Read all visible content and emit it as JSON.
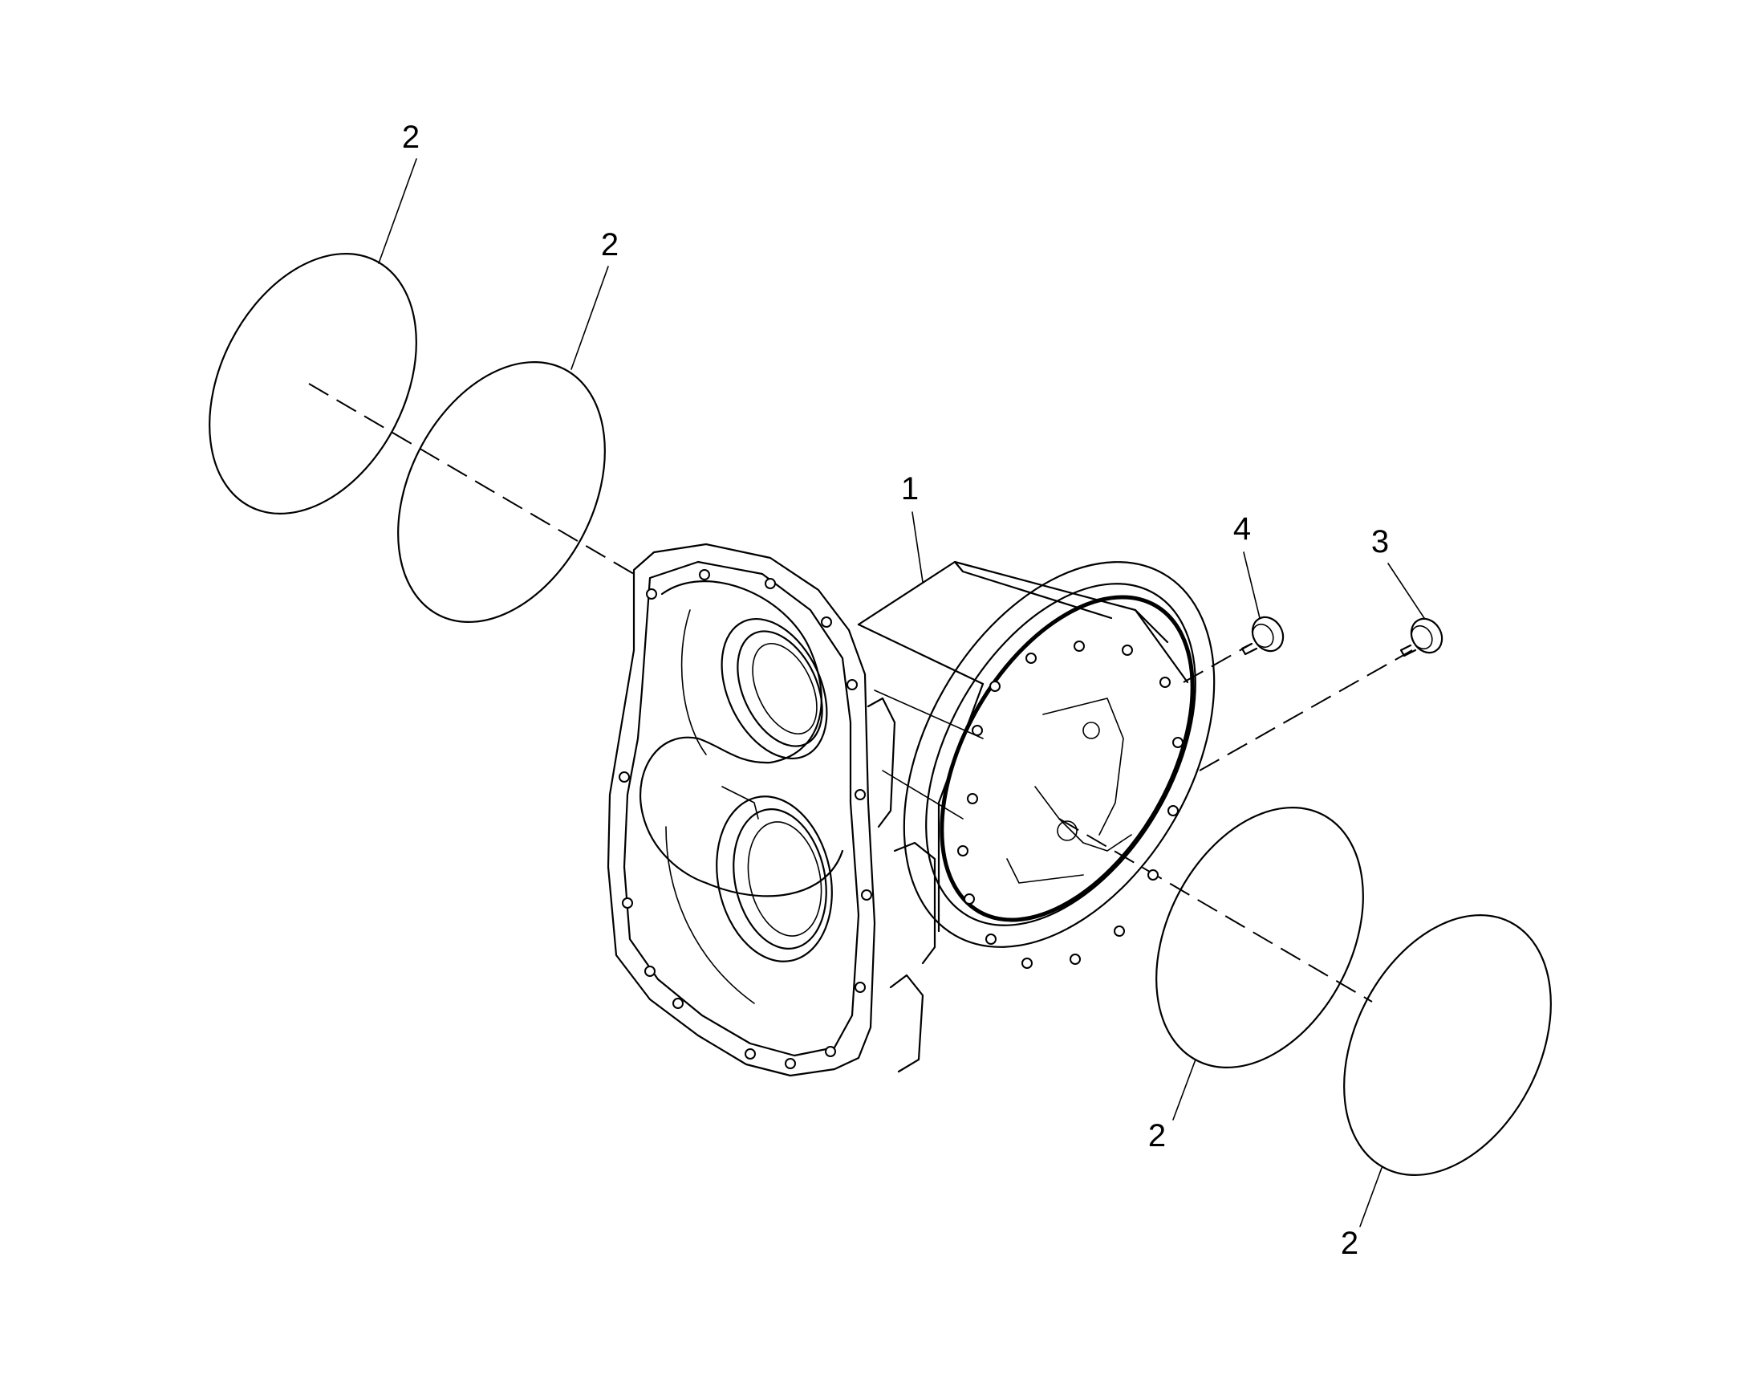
{
  "callouts": {
    "c1": "1",
    "c2a": "2",
    "c2b": "2",
    "c2c": "2",
    "c2d": "2",
    "c3": "3",
    "c4": "4"
  }
}
